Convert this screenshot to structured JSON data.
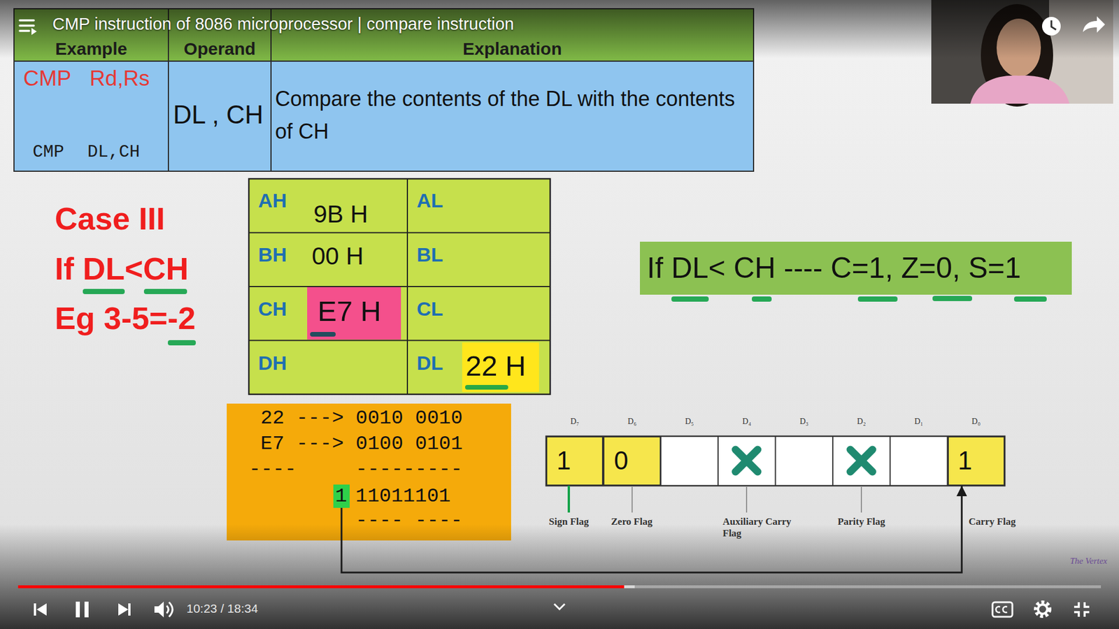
{
  "diagram": {
    "title": "CMP instruction of 8086 microprocessor | compare instruction",
    "nodes": [
      {
        "text": [
          "If DL< CH ---- C=1, Z=0, S=1"
        ]
      },
      {
        "text": [
          "22 ---> 0010 0010",
          "E7 ---> 0100 0101",
          "----",
          "---------",
          "11011101",
          "---- ----"
        ]
      },
      {
        "text": [
          "1"
        ],
        "in": 1
      },
      {
        "text": [
          "1"
        ]
      },
      {
        "text": [
          "0"
        ]
      },
      {
        "text": [
          "1"
        ]
      }
    ],
    "edges": [
      {
        "from": 2,
        "to": 5,
        "arrow": "to"
      }
    ],
    "labels": [
      "Example",
      "Operand",
      "Explanation",
      "CMP Rd,Rs",
      "CMP DL,CH",
      "DL , CH",
      "Compare the contents of the DL with the contents of CH",
      "Case III",
      "If DL<CH",
      "Eg 3-5=-2",
      "AH",
      "9B H",
      "AL",
      "BH",
      "00 H",
      "BL",
      "CH",
      "E7 H",
      "CL",
      "DH",
      "DL",
      "22 H",
      "D₇",
      "D₆",
      "D₅",
      "D₄",
      "D₃",
      "D₂",
      "D₁",
      "D₀",
      "Sign Flag",
      "Zero Flag",
      "Auxiliary Carry Flag",
      "Parity Flag",
      "Carry Flag",
      "The Vertex",
      "10:23 / 18:34"
    ]
  }
}
